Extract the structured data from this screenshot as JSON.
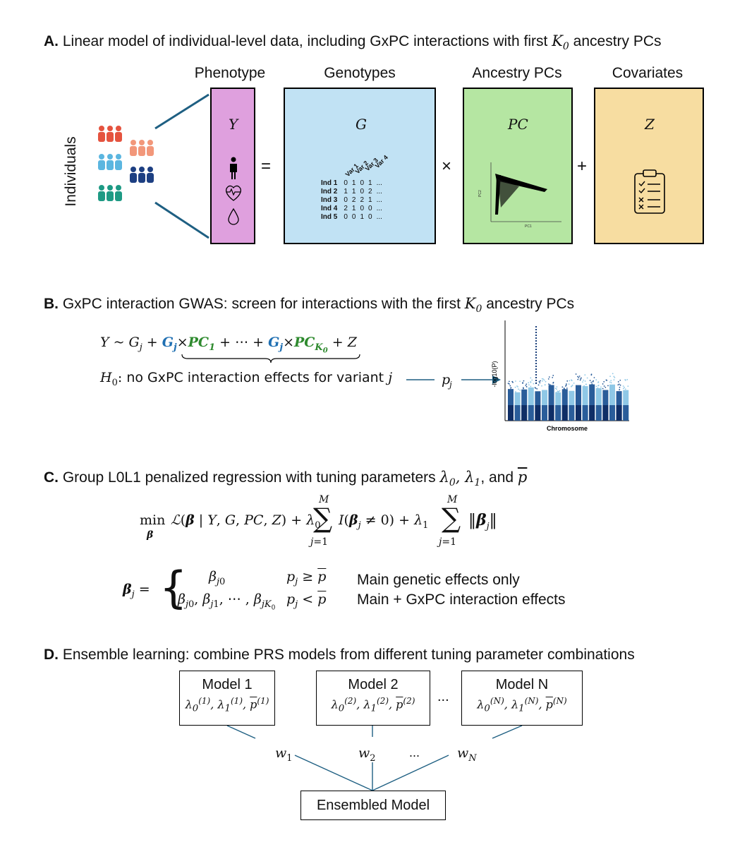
{
  "sectionA": {
    "label": "A.",
    "title_pre": "Linear model of individual-level data, including GxPC interactions with first",
    "title_K": "K",
    "title_sub": "0",
    "title_post": "ancestry PCs",
    "individuals_label": "Individuals",
    "headers": [
      "Phenotype",
      "Genotypes",
      "Ancestry PCs",
      "Covariates"
    ],
    "matrix_labels": [
      "Y",
      "G",
      "PC",
      "Z"
    ],
    "operators": [
      "=",
      "×",
      "+"
    ],
    "geno_cols": [
      "Var 1",
      "Var 2",
      "Var 3",
      "Var 4"
    ],
    "geno_rows": [
      {
        "label": "Ind 1",
        "vals": [
          "0",
          "1",
          "0",
          "1",
          "..."
        ]
      },
      {
        "label": "Ind 2",
        "vals": [
          "1",
          "1",
          "0",
          "2",
          "..."
        ]
      },
      {
        "label": "Ind 3",
        "vals": [
          "0",
          "2",
          "2",
          "1",
          "..."
        ]
      },
      {
        "label": "Ind 4",
        "vals": [
          "2",
          "1",
          "0",
          "0",
          "..."
        ]
      },
      {
        "label": "Ind 5",
        "vals": [
          "0",
          "0",
          "1",
          "0",
          "..."
        ]
      }
    ],
    "pc_axis_x": "PC1",
    "pc_axis_y": "PC2",
    "colors": {
      "phenotype": "#dfa0de",
      "genotypes": "#c1e2f4",
      "pcs": "#b5e6a2",
      "covariates": "#f7dda1"
    }
  },
  "sectionB": {
    "label": "B.",
    "title_pre": "GxPC interaction GWAS: screen for interactions with the first",
    "title_post": "ancestry PCs",
    "h0_text": "no GxPC interaction effects for variant",
    "manhattan_ylabel": "-log10(P)",
    "manhattan_xlabel": "Chromosome"
  },
  "sectionC": {
    "label": "C.",
    "title_pre": "Group L0L1 penalized regression with tuning parameters",
    "title_and": ", and",
    "case1_text": "Main genetic effects only",
    "case2_text": "Main + GxPC interaction effects"
  },
  "sectionD": {
    "label": "D.",
    "title": "Ensemble learning: combine PRS models from different tuning parameter combinations",
    "models": [
      {
        "name": "Model 1",
        "idx": "(1)"
      },
      {
        "name": "Model 2",
        "idx": "(2)"
      },
      {
        "name": "Model N",
        "idx": "(N)"
      }
    ],
    "dots": "...",
    "weights": [
      {
        "w": "w",
        "sub": "1"
      },
      {
        "w": "w",
        "sub": "2"
      },
      {
        "w": "w",
        "sub": "N"
      }
    ],
    "ensemble_label": "Ensembled Model"
  }
}
